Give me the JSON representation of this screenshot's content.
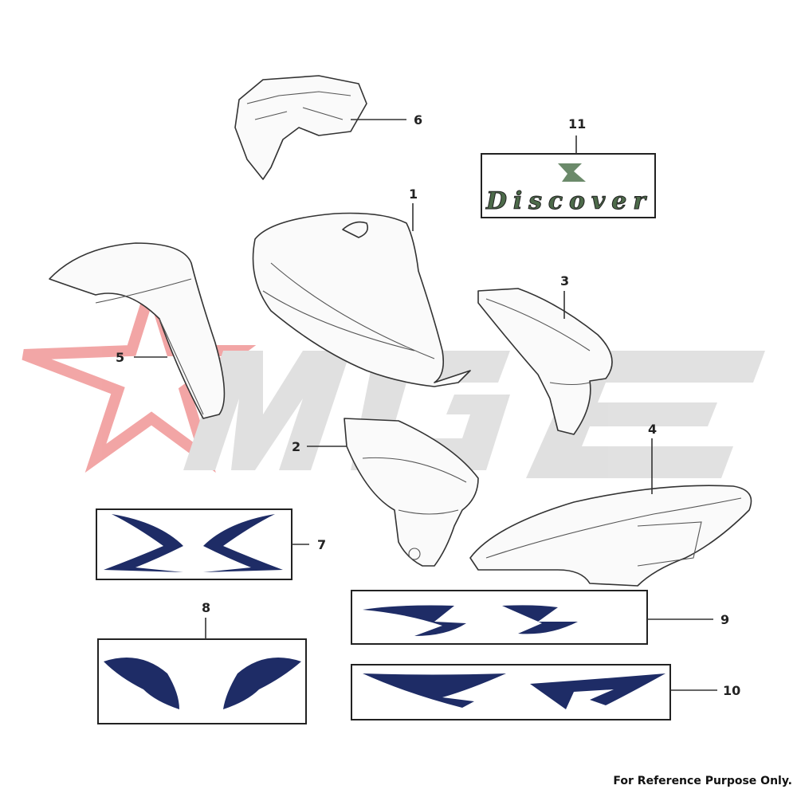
{
  "watermark": {
    "text": "MGE",
    "star_color": "#e85c5c",
    "letters_color": "#c8c8c8"
  },
  "emblem": {
    "text": "Discover"
  },
  "callouts": [
    {
      "id": "1",
      "part": "fuel-tank"
    },
    {
      "id": "2",
      "part": "side-cover-left"
    },
    {
      "id": "3",
      "part": "side-cover-right"
    },
    {
      "id": "4",
      "part": "tail-cowl"
    },
    {
      "id": "5",
      "part": "front-fender"
    },
    {
      "id": "6",
      "part": "headlight-visor"
    },
    {
      "id": "7",
      "part": "sticker-set-tank"
    },
    {
      "id": "8",
      "part": "sticker-set-side-cover"
    },
    {
      "id": "9",
      "part": "sticker-set-tail"
    },
    {
      "id": "10",
      "part": "sticker-set-tail-lower"
    },
    {
      "id": "11",
      "part": "discover-emblem"
    }
  ],
  "decal_color": "#1e2c66",
  "footer": {
    "note": "For Reference Purpose Only."
  }
}
